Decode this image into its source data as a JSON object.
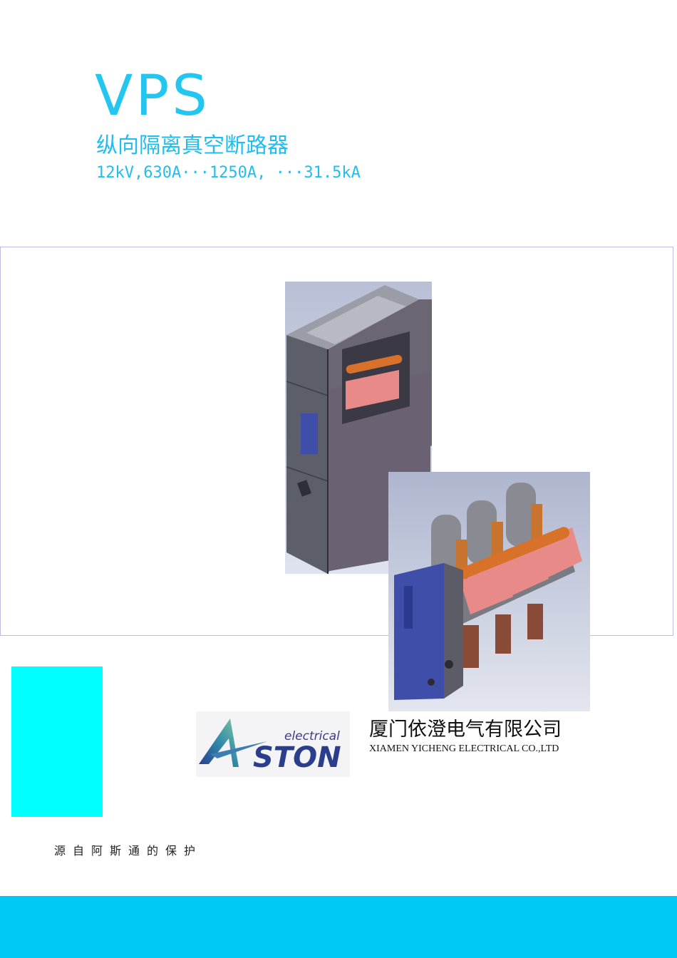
{
  "header": {
    "title": "VPS",
    "subtitle": "纵向隔离真空断路器",
    "spec": "12kV,630A···1250A, ···31.5kA"
  },
  "logo": {
    "alt_text": "electrical ASTON"
  },
  "company": {
    "name_cn": "厦门依澄电气有限公司",
    "name_en": "XIAMEN YICHENG ELECTRICAL CO.,LTD"
  },
  "tagline": "源自阿斯通的保护",
  "colors": {
    "accent": "#22c6f0",
    "cyan_block": "#00ffff",
    "footer": "#00c8f5",
    "busbar": "#d8722a",
    "insulator": "#e88a88",
    "mechanism": "#3f4ea8",
    "panel": "#6a6e7c"
  },
  "images": [
    {
      "name": "switchgear-cabinet-image"
    },
    {
      "name": "circuit-breaker-image"
    }
  ]
}
